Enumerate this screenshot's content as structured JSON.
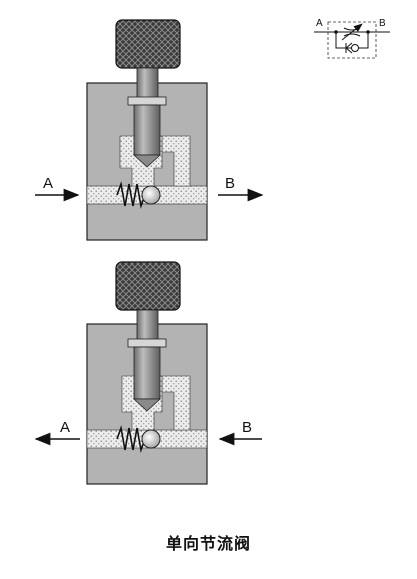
{
  "labels": {
    "top_in": "A",
    "top_out": "B",
    "bottom_in": "A",
    "bottom_out": "B",
    "symbol_a": "A",
    "symbol_b": "B"
  },
  "caption": "单向节流阀",
  "colors": {
    "body": "#b3b3b3",
    "channel": "#ececec",
    "knob": "#3d3d3d",
    "stem": "#8d8d8d",
    "outline": "#222222"
  }
}
